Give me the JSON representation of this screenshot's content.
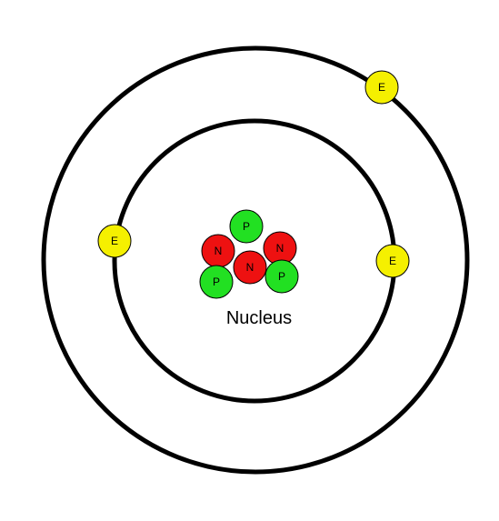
{
  "labels": {
    "nucleus": "Nucleus"
  },
  "particles": {
    "electron": {
      "letter": "E",
      "color": "#f5f000"
    },
    "proton": {
      "letter": "P",
      "color": "#22e022"
    },
    "neutron": {
      "letter": "N",
      "color": "#ee1111"
    }
  },
  "colors": {
    "orbit": "#000000",
    "background": "#ffffff"
  }
}
